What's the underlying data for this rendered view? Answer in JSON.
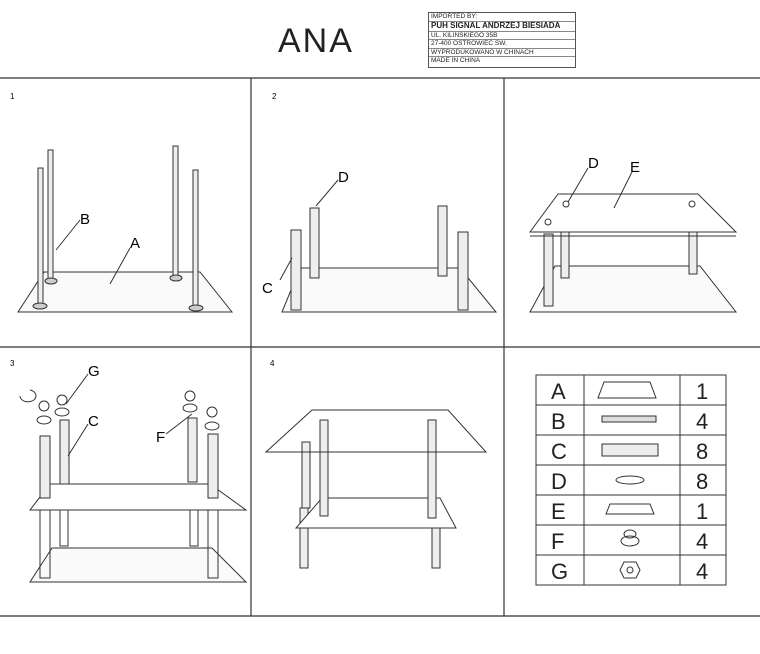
{
  "title": "ANA",
  "importer": {
    "lines": [
      "IMPORTED BY:",
      "PUH SIGNAL ANDRZEJ BIESIADA",
      "UL. KILINSKIEGO 35B",
      "27-400 OSTROWIEC SW.",
      "WYPRODUKOWANO W CHINACH",
      "MADE IN CHINA"
    ]
  },
  "steps": {
    "s1": "1",
    "s2": "2",
    "s3": "3",
    "s4": "4"
  },
  "callouts": {
    "a": "A",
    "b": "B",
    "c": "C",
    "d": "D",
    "e": "E",
    "f": "F",
    "g": "G"
  },
  "parts_table": {
    "rows": [
      {
        "letter": "A",
        "qty": "1",
        "icon": "base-plate-icon"
      },
      {
        "letter": "B",
        "qty": "4",
        "icon": "threaded-rod-icon"
      },
      {
        "letter": "C",
        "qty": "8",
        "icon": "tube-icon"
      },
      {
        "letter": "D",
        "qty": "8",
        "icon": "washer-icon"
      },
      {
        "letter": "E",
        "qty": "1",
        "icon": "glass-top-icon"
      },
      {
        "letter": "F",
        "qty": "4",
        "icon": "foot-cap-icon"
      },
      {
        "letter": "G",
        "qty": "4",
        "icon": "nut-icon"
      }
    ]
  }
}
